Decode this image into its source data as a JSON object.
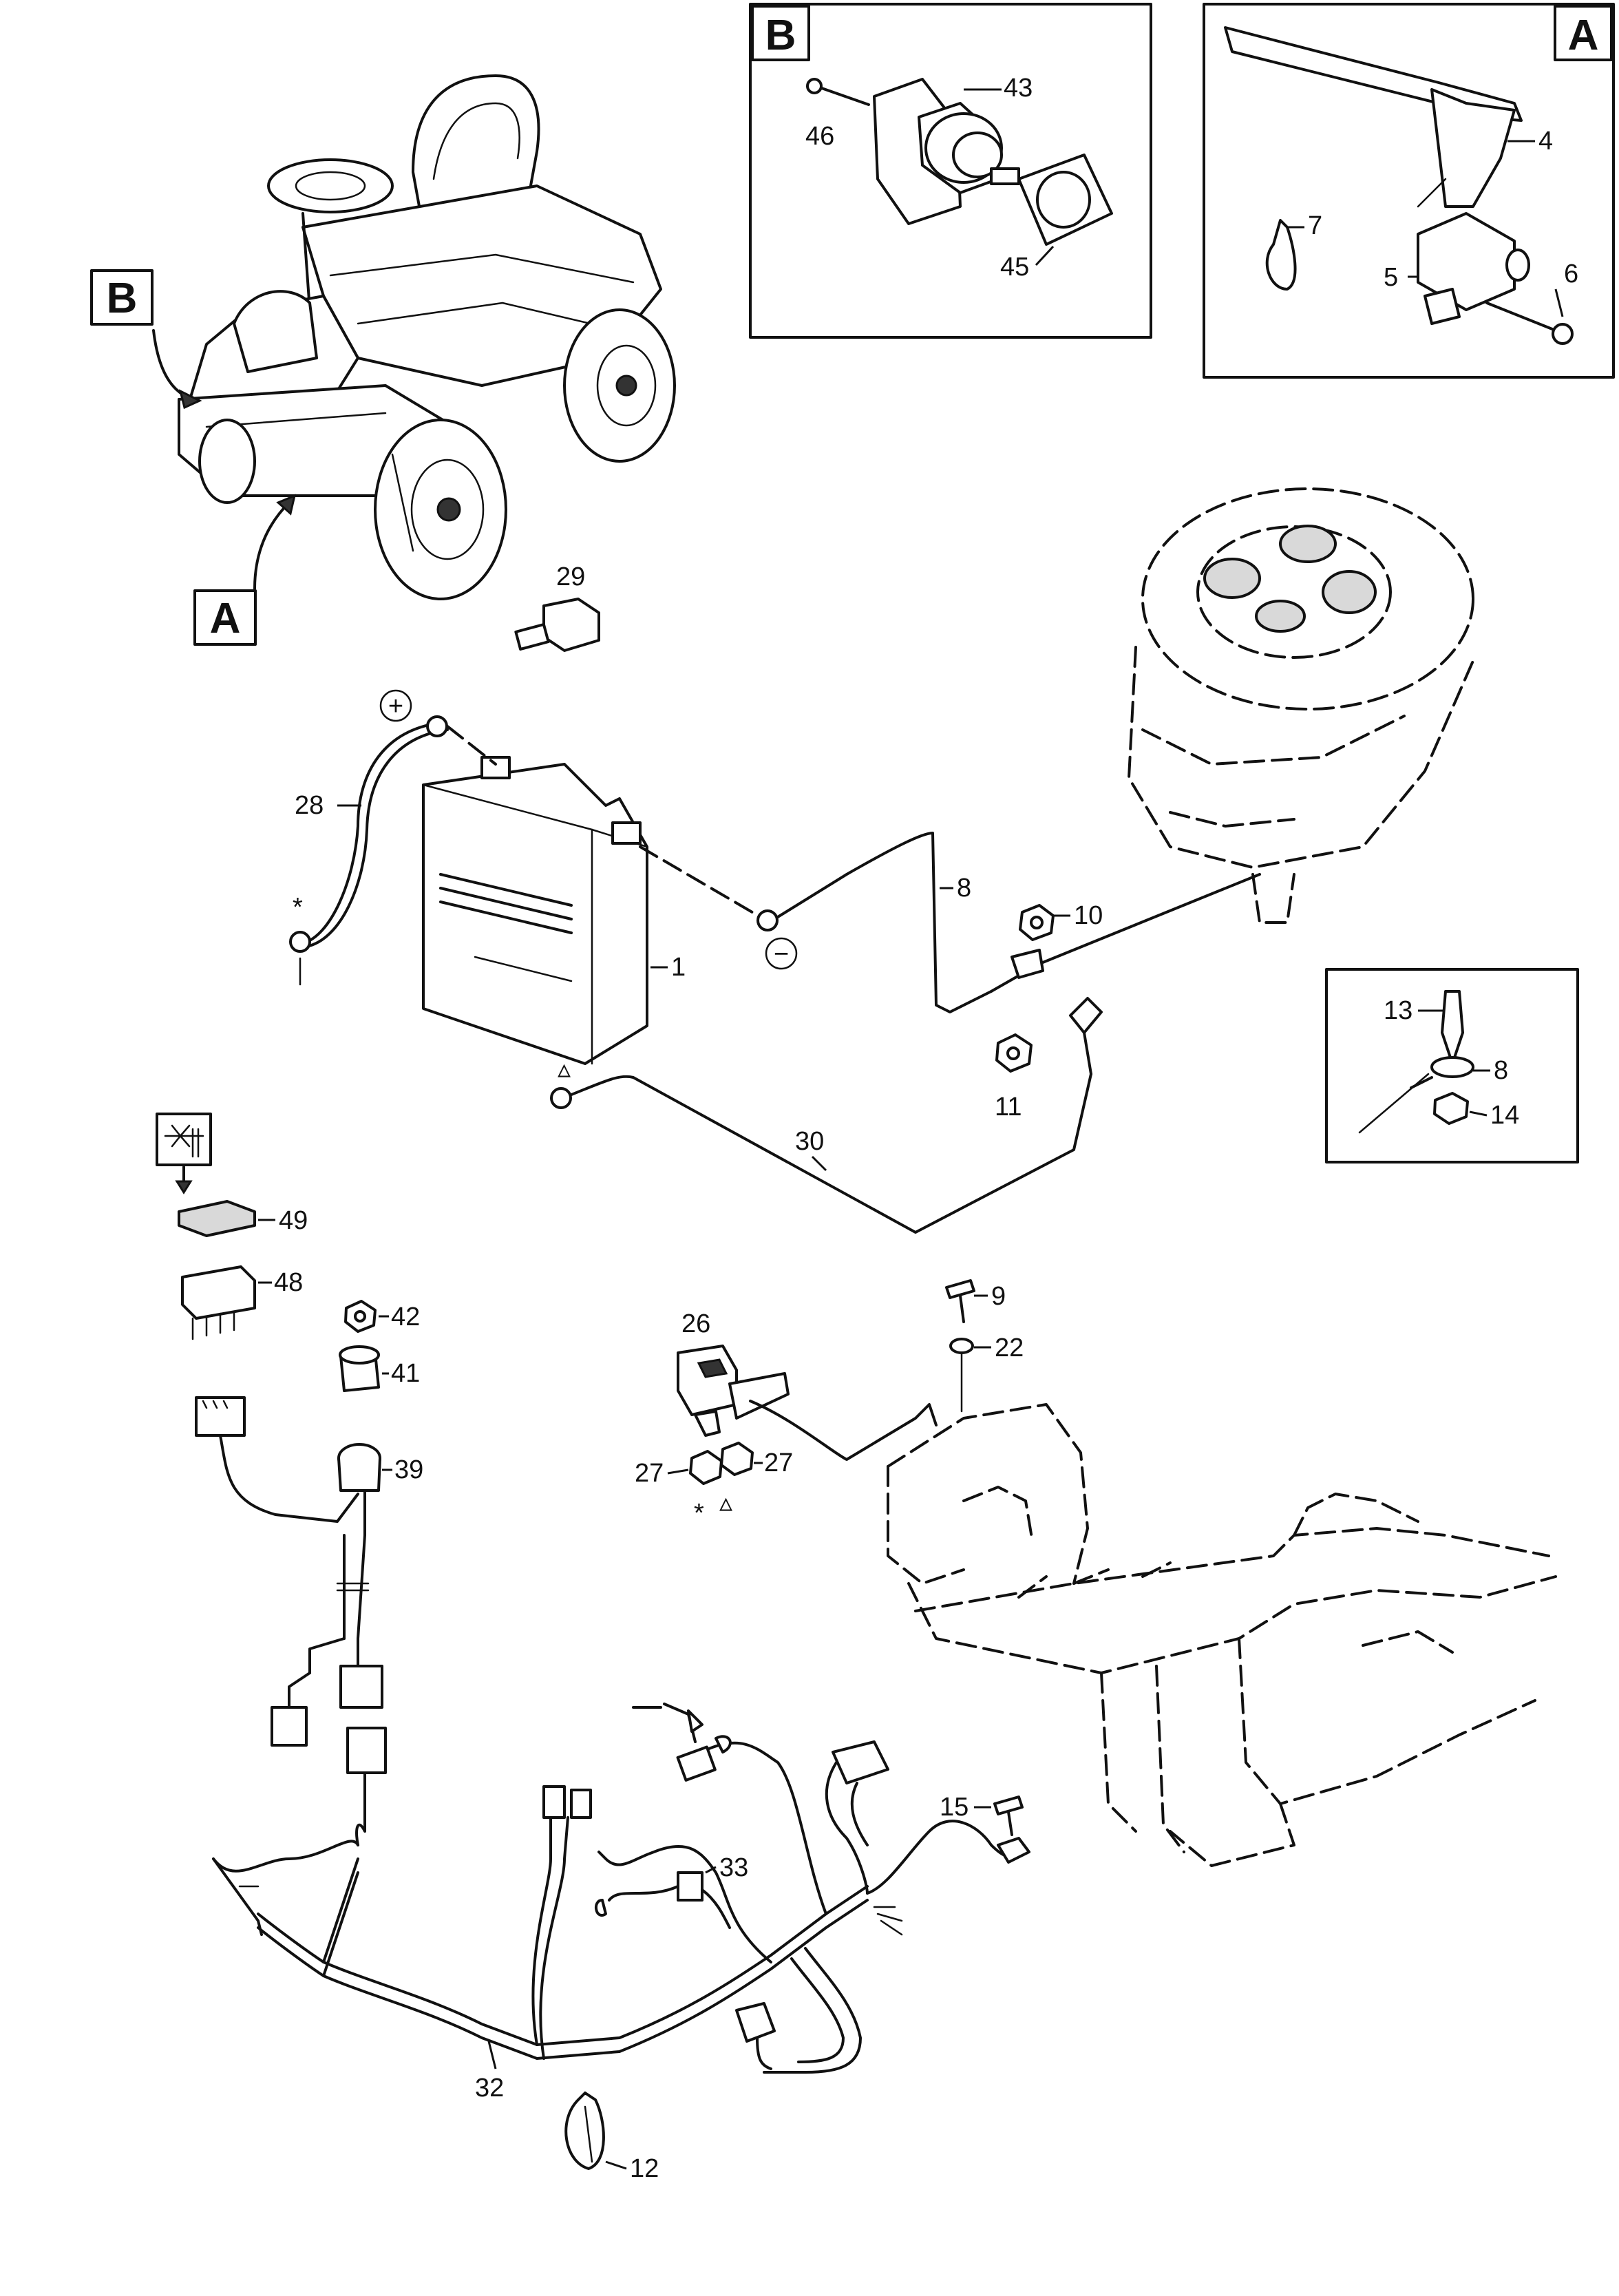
{
  "callouts": {
    "box_b": "B",
    "box_a": "A",
    "tractor_b": "B",
    "tractor_a": "A",
    "inset_b_letter": "B",
    "inset_a_letter": "A"
  },
  "symbols": {
    "plus": "+",
    "minus": "−",
    "asterisk_1": "*",
    "asterisk_2": "*",
    "triangle_1": "▵",
    "triangle_2": "▵"
  },
  "labels": {
    "p1": "1",
    "p4": "4",
    "p5": "5",
    "p6": "6",
    "p7": "7",
    "p8a": "8",
    "p8b": "8",
    "p9": "9",
    "p10": "10",
    "p11": "11",
    "p12": "12",
    "p13": "13",
    "p14": "14",
    "p15": "15",
    "p22": "22",
    "p26": "26",
    "p27a": "27",
    "p27b": "27",
    "p28": "28",
    "p29": "29",
    "p30": "30",
    "p32": "32",
    "p33": "33",
    "p39": "39",
    "p41": "41",
    "p42": "42",
    "p43": "43",
    "p45": "45",
    "p46": "46",
    "p48": "48",
    "p49": "49"
  },
  "icons": {
    "tractor": "ride-on-mower-icon",
    "engine": "engine-icon",
    "battery": "battery-icon",
    "chassis": "chassis-frame-icon",
    "harness": "wiring-harness-icon",
    "switch_symbol": "cutting-height-symbol-icon"
  }
}
